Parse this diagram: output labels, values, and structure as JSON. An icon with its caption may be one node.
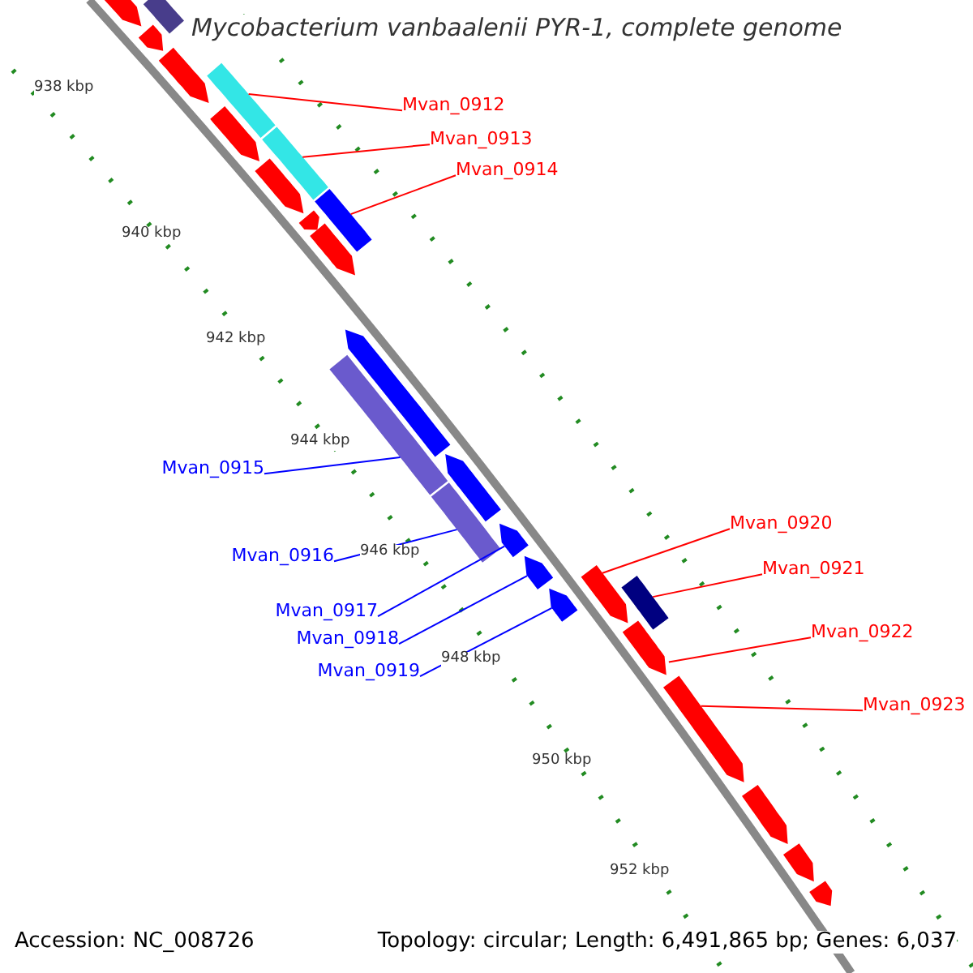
{
  "diagram": {
    "title": "Mycobacterium vanbaalenii PYR-1, complete genome",
    "nodes": [
      {
        "text": [
          "Mvan_0912"
        ]
      },
      {
        "text": [
          "Mvan_0913"
        ]
      },
      {
        "text": [
          "Mvan_0914"
        ]
      },
      {
        "text": [
          "Mvan_0915"
        ]
      },
      {
        "text": [
          "Mvan_0916"
        ]
      },
      {
        "text": [
          "Mvan_0917"
        ]
      },
      {
        "text": [
          "Mvan_0918"
        ]
      },
      {
        "text": [
          "Mvan_0919"
        ]
      },
      {
        "text": [
          "Mvan_0920"
        ]
      },
      {
        "text": [
          "Mvan_0921"
        ]
      },
      {
        "text": [
          "Mvan_0922"
        ]
      },
      {
        "text": [
          "Mvan_0923"
        ]
      },
      {
        "text": [],
        "shape": "box"
      },
      {
        "text": [],
        "shape": "box"
      },
      {
        "text": [],
        "shape": "box"
      },
      {
        "text": [],
        "shape": "box"
      },
      {
        "text": [],
        "shape": "box"
      },
      {
        "text": [],
        "shape": "arrow"
      },
      {
        "text": [],
        "shape": "arrow"
      },
      {
        "text": [],
        "shape": "arrow"
      },
      {
        "text": [],
        "shape": "arrow"
      },
      {
        "text": [],
        "shape": "box"
      },
      {
        "text": [],
        "shape": "arrow"
      },
      {
        "text": [],
        "shape": "arrow"
      },
      {
        "text": [],
        "shape": "box"
      },
      {
        "text": [],
        "shape": "arrow"
      },
      {
        "text": [],
        "shape": "arrow"
      },
      {
        "text": [],
        "shape": "arrow"
      },
      {
        "text": [],
        "shape": "arrow"
      },
      {
        "text": [],
        "shape": "arrow"
      },
      {
        "text": [],
        "shape": "arrow"
      },
      {
        "text": [],
        "shape": "arrow"
      },
      {
        "text": [],
        "shape": "arrow"
      },
      {
        "text": [],
        "shape": "arrow"
      },
      {
        "text": [],
        "shape": "arrow"
      },
      {
        "text": [],
        "shape": "arrow"
      },
      {
        "text": [],
        "shape": "arrow"
      }
    ],
    "edges": [
      {
        "from": 0,
        "to": 12,
        "arrow": "none"
      },
      {
        "from": 1,
        "to": 13,
        "arrow": "none"
      },
      {
        "from": 2,
        "to": 14,
        "arrow": "none"
      },
      {
        "from": 3,
        "to": 15,
        "arrow": "none",
        "color": "#0000ff"
      },
      {
        "from": 4,
        "to": 16,
        "arrow": "none",
        "color": "#0000ff"
      },
      {
        "from": 5,
        "to": 17,
        "arrow": "none",
        "color": "#0000ff"
      },
      {
        "from": 6,
        "to": 18,
        "arrow": "none",
        "color": "#0000ff"
      },
      {
        "from": 7,
        "to": 19,
        "arrow": "none",
        "color": "#0000ff"
      },
      {
        "from": 8,
        "to": 20,
        "arrow": "none"
      },
      {
        "from": 9,
        "to": 21,
        "arrow": "none"
      },
      {
        "from": 10,
        "to": 22,
        "arrow": "none"
      },
      {
        "from": 11,
        "to": 23,
        "arrow": "none"
      }
    ],
    "labels": [
      "938 kbp",
      "940 kbp",
      "942 kbp",
      "944 kbp",
      "946 kbp",
      "948 kbp",
      "950 kbp",
      "952 kbp",
      "Accession: NC_008726",
      "Topology: circular; Length: 6,491,865 bp; Genes: 6,037"
    ]
  }
}
